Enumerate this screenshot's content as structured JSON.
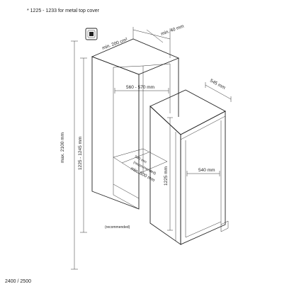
{
  "notes": {
    "top_note": "* 1225 - 1233  for metal top cover",
    "model": "2400 / 2500",
    "recommended": "(recommended)"
  },
  "dimensions": {
    "min_200_cm2": "min. 200 cm²",
    "min_40_mm": "min. 40 mm",
    "width_560_570": "560 - 570 mm",
    "depth_545": "545 mm",
    "max_2100": "max. 2100 mm",
    "niche_1225_1245": "1225 - 1245 mm",
    "appliance_1225": "1225 mm",
    "appliance_width_540": "540 mm",
    "depth_560": "560 mm",
    "recommended_inner": "(recommended)",
    "min_500": "min. 500 mm"
  },
  "icons": {
    "vent": "ventilation-grille-icon"
  }
}
